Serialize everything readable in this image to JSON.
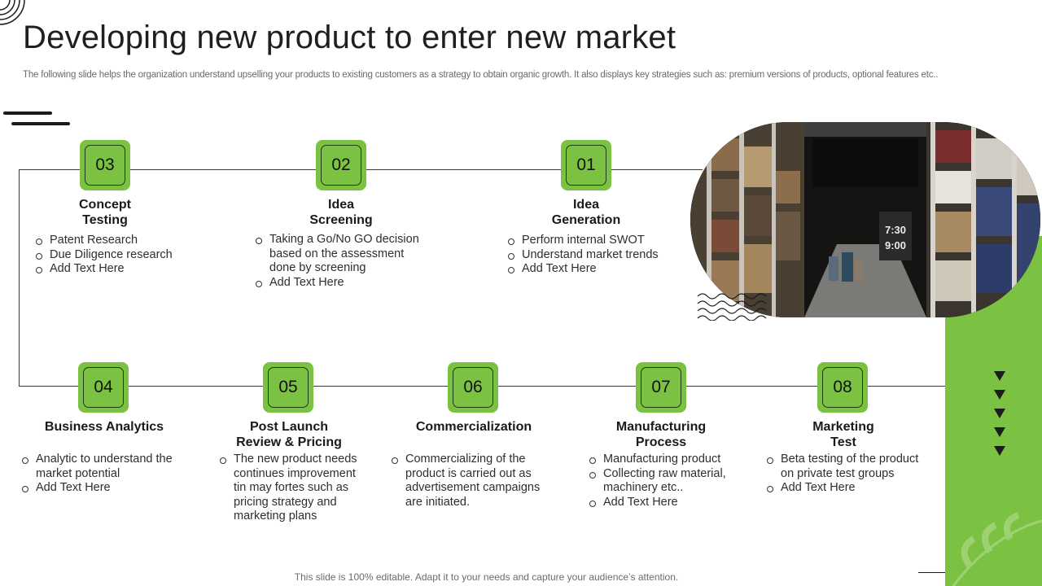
{
  "slide": {
    "title": "Developing new product to enter new market",
    "subtitle": "The following slide helps the organization understand upselling your products to existing customers as a strategy to obtain organic growth. It also displays key strategies such as: premium versions of products, optional features etc..",
    "footer": "This slide is 100% editable. Adapt it to your needs and capture your audience’s attention."
  },
  "steps": [
    {
      "number": "03",
      "title": "Concept Testing",
      "title_lines": [
        "Concept",
        "Testing"
      ],
      "bullets": [
        "Patent Research",
        "Due Diligence research",
        "Add Text Here"
      ]
    },
    {
      "number": "02",
      "title": "Idea Screening",
      "title_lines": [
        "Idea",
        "Screening"
      ],
      "bullets": [
        "Taking a Go/No GO decision based on the assessment done by screening",
        "Add Text Here"
      ]
    },
    {
      "number": "01",
      "title": "Idea Generation",
      "title_lines": [
        "Idea",
        "Generation"
      ],
      "bullets": [
        "Perform internal SWOT",
        "Understand market trends",
        "Add Text Here"
      ]
    },
    {
      "number": "04",
      "title": "Business Analytics",
      "title_lines": [
        "Business Analytics"
      ],
      "bullets": [
        "Analytic to understand the market potential",
        "Add Text Here"
      ]
    },
    {
      "number": "05",
      "title": "Post Launch Review & Pricing",
      "title_lines": [
        "Post Launch",
        "Review & Pricing"
      ],
      "bullets": [
        "The new product needs continues improvement tin may fortes such as pricing strategy and marketing plans"
      ]
    },
    {
      "number": "06",
      "title": "Commercialization",
      "title_lines": [
        "Commercialization"
      ],
      "bullets": [
        "Commercializing of the product is carried out as advertisement campaigns are initiated."
      ]
    },
    {
      "number": "07",
      "title": "Manufacturing Process",
      "title_lines": [
        "Manufacturing",
        "Process"
      ],
      "bullets": [
        "Manufacturing product",
        "Collecting raw material, machinery etc..",
        "Add Text Here"
      ]
    },
    {
      "number": "08",
      "title": "Marketing Test",
      "title_lines": [
        "Marketing",
        "Test"
      ],
      "bullets": [
        "Beta testing of the product on private test groups",
        "Add Text Here"
      ]
    }
  ],
  "photo": {
    "sign_text": "7:30",
    "sign_text_2": "9:00"
  },
  "colors": {
    "accent": "#7cc242",
    "text": "#1a1a1a",
    "muted": "#6b6b6b"
  }
}
